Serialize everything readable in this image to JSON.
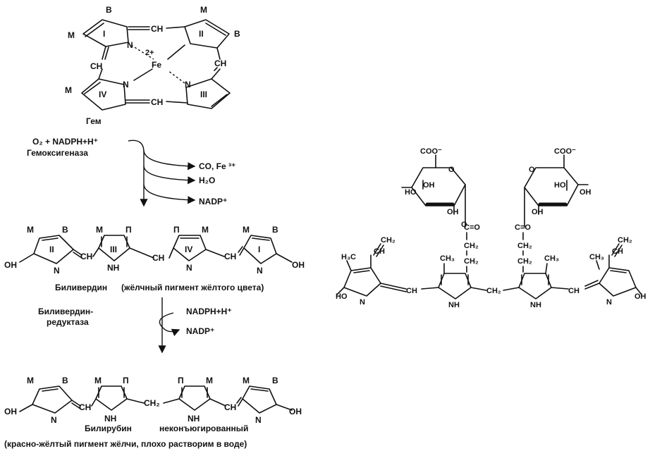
{
  "heme": {
    "substituent_M": "M",
    "substituent_B": "B",
    "substituent_P": "П",
    "ring_1": "I",
    "ring_2": "II",
    "ring_3": "III",
    "ring_4": "IV",
    "ch": "CH",
    "n": "N",
    "fe": "Fe",
    "charge": "2+",
    "name": "Гем"
  },
  "step1": {
    "reagents": "O₂ + NADPH+H⁺",
    "enzyme": "Гемоксигеназа",
    "product_co_fe": "CO, Fe ³⁺",
    "product_water": "H₂O",
    "product_nadp": "NADP⁺"
  },
  "biliverdin": {
    "oh": "OH",
    "nh": "NH",
    "ch": "CH",
    "name": "Биливердин",
    "description": "(жёлчный пигмент жёлтого цвета)"
  },
  "step2": {
    "enzyme_line1": "Биливердин-",
    "enzyme_line2": "редуктаза",
    "cofactor_in": "NADPH+H⁺",
    "cofactor_out": "NADP⁺"
  },
  "bilirubin": {
    "ch2": "CH₂",
    "name": "Билирубин",
    "qualifier": "неконъюгированный",
    "description": "(красно-жёлтый пигмент жёлчи, плохо растворим в воде)"
  },
  "conjugate": {
    "coo": "COO⁻",
    "o": "O",
    "ho": "HO",
    "oh": "OH",
    "c_eq_o": "C=O",
    "ch2": "CH₂",
    "ch3": "CH₃",
    "h3c": "H₃C",
    "ch": "CH",
    "nh": "NH",
    "n": "N"
  }
}
